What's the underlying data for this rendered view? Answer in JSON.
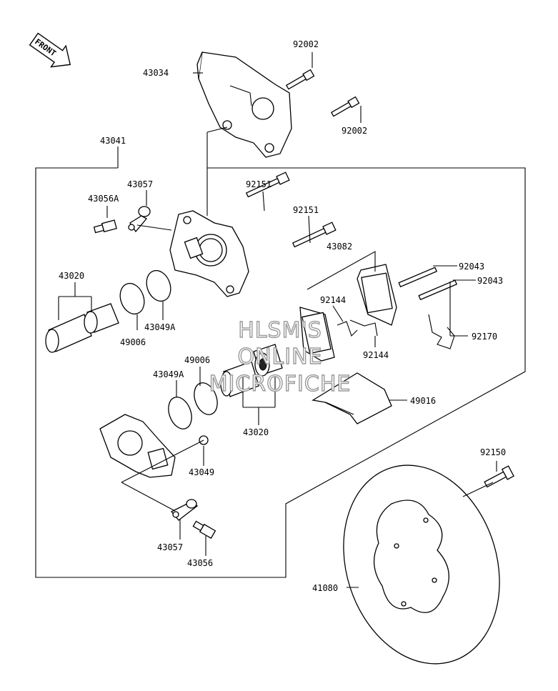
{
  "front_label": "FRONT",
  "watermark": [
    "HLSM'S",
    "ONLINE",
    "MICROFICHE"
  ],
  "parts": {
    "p43034": "43034",
    "p92002_top": "92002",
    "p92002_bot": "92002",
    "p43041": "43041",
    "p43057_top": "43057",
    "p43056A": "43056A",
    "p92151_a": "92151",
    "p92151_b": "92151",
    "p43020_left": "43020",
    "p49006_left": "49006",
    "p43049A_left": "43049A",
    "p43082": "43082",
    "p92043_a": "92043",
    "p92043_b": "92043",
    "p92144_a": "92144",
    "p92144_b": "92144",
    "p92170": "92170",
    "p49006_mid": "49006",
    "p43049A_mid": "43049A",
    "p43020_mid": "43020",
    "p49016": "49016",
    "p43049": "43049",
    "p92150": "92150",
    "p43057_bot": "43057",
    "p43056": "43056",
    "p41080": "41080"
  }
}
